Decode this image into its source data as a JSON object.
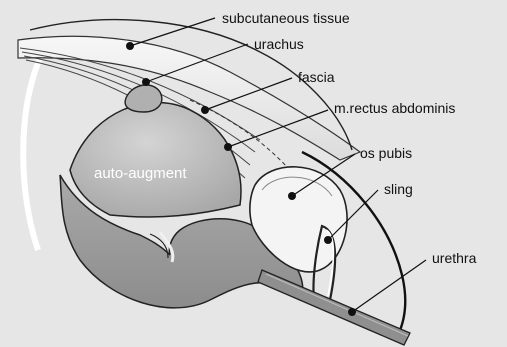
{
  "figure": {
    "labels": {
      "subcutaneous_tissue": "subcutaneous tissue",
      "urachus": "urachus",
      "fascia": "fascia",
      "rectus_abdominis": "m.rectus abdominis",
      "os_pubis": "os pubis",
      "sling": "sling",
      "urethra": "urethra",
      "auto_augment": "auto-augment"
    },
    "colors": {
      "background": "#ffffff",
      "panel": "#e6e6e6",
      "bladder_dome": "#bdbdbd",
      "bladder_base": "#9a9a9a",
      "pubis_body": "#f4f4f4",
      "leader_line": "#111111"
    }
  }
}
